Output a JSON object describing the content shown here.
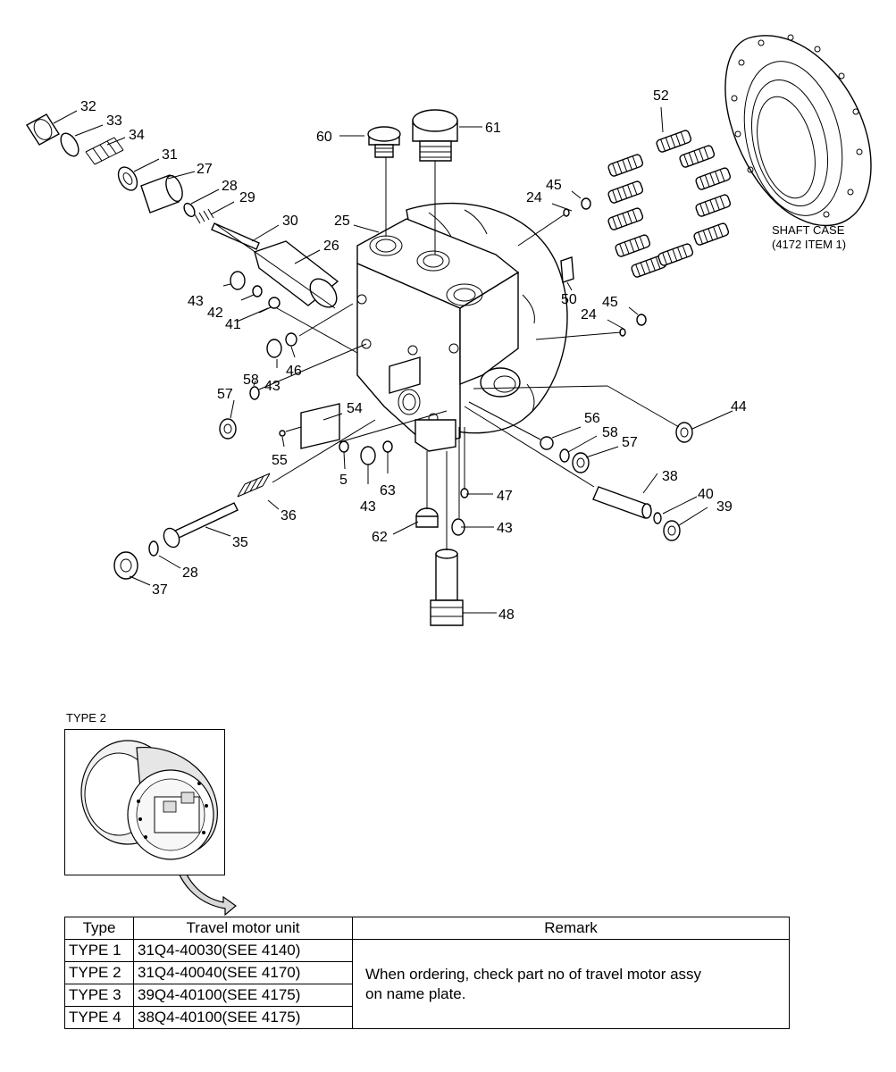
{
  "diagram": {
    "shaft_case_label": [
      "SHAFT CASE",
      "(4172 ITEM 1)"
    ],
    "callouts": [
      {
        "id": "c32",
        "text": "32"
      },
      {
        "id": "c33",
        "text": "33"
      },
      {
        "id": "c34",
        "text": "34"
      },
      {
        "id": "c31",
        "text": "31"
      },
      {
        "id": "c27",
        "text": "27"
      },
      {
        "id": "c28a",
        "text": "28"
      },
      {
        "id": "c29",
        "text": "29"
      },
      {
        "id": "c30",
        "text": "30"
      },
      {
        "id": "c26",
        "text": "26"
      },
      {
        "id": "c25",
        "text": "25"
      },
      {
        "id": "c60",
        "text": "60"
      },
      {
        "id": "c61",
        "text": "61"
      },
      {
        "id": "c24a",
        "text": "24"
      },
      {
        "id": "c45a",
        "text": "45"
      },
      {
        "id": "c52",
        "text": "52"
      },
      {
        "id": "c50",
        "text": "50"
      },
      {
        "id": "c24b",
        "text": "24"
      },
      {
        "id": "c45b",
        "text": "45"
      },
      {
        "id": "c43a",
        "text": "43"
      },
      {
        "id": "c42",
        "text": "42"
      },
      {
        "id": "c41",
        "text": "41"
      },
      {
        "id": "c46",
        "text": "46"
      },
      {
        "id": "c43b",
        "text": "43"
      },
      {
        "id": "c58a",
        "text": "58"
      },
      {
        "id": "c57a",
        "text": "57"
      },
      {
        "id": "c54",
        "text": "54"
      },
      {
        "id": "c55",
        "text": "55"
      },
      {
        "id": "c5",
        "text": "5"
      },
      {
        "id": "c43c",
        "text": "43"
      },
      {
        "id": "c63",
        "text": "63"
      },
      {
        "id": "c56",
        "text": "56"
      },
      {
        "id": "c58b",
        "text": "58"
      },
      {
        "id": "c57b",
        "text": "57"
      },
      {
        "id": "c44",
        "text": "44"
      },
      {
        "id": "c38",
        "text": "38"
      },
      {
        "id": "c40",
        "text": "40"
      },
      {
        "id": "c39",
        "text": "39"
      },
      {
        "id": "c47",
        "text": "47"
      },
      {
        "id": "c36",
        "text": "36"
      },
      {
        "id": "c35",
        "text": "35"
      },
      {
        "id": "c28b",
        "text": "28"
      },
      {
        "id": "c37",
        "text": "37"
      },
      {
        "id": "c62",
        "text": "62"
      },
      {
        "id": "c43d",
        "text": "43"
      },
      {
        "id": "c48",
        "text": "48"
      }
    ]
  },
  "type2": {
    "caption": "TYPE 2"
  },
  "table": {
    "headers": [
      "Type",
      "Travel motor unit",
      "Remark"
    ],
    "rows": [
      {
        "type": "TYPE 1",
        "unit": "31Q4-40030(SEE 4140)"
      },
      {
        "type": "TYPE 2",
        "unit": "31Q4-40040(SEE 4170)"
      },
      {
        "type": "TYPE 3",
        "unit": "39Q4-40100(SEE 4175)"
      },
      {
        "type": "TYPE 4",
        "unit": "38Q4-40100(SEE 4175)"
      }
    ],
    "remark": [
      "When ordering, check part no of travel motor assy",
      "on name plate."
    ]
  }
}
